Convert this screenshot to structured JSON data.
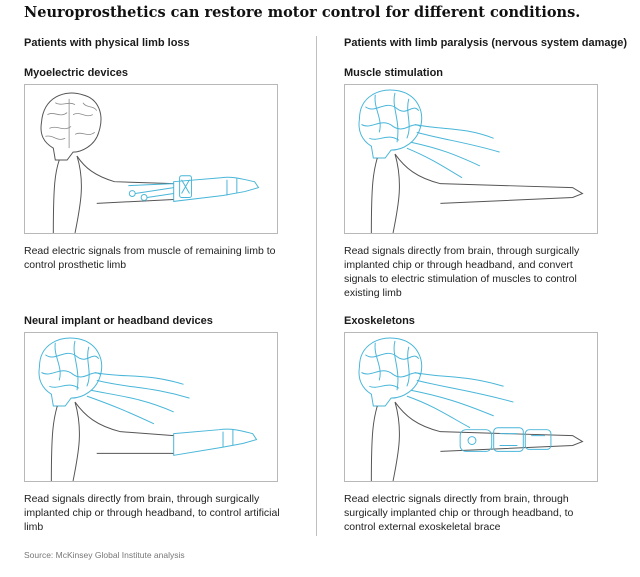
{
  "title": "Neuroprosthetics can restore motor control for different conditions.",
  "columns": [
    {
      "heading": "Patients with physical limb loss",
      "panels": [
        {
          "label": "Myoelectric devices",
          "description": "Read electric signals from muscle of remaining limb to control prosthetic limb"
        },
        {
          "label": "Neural implant or headband devices",
          "description": "Read signals directly from brain, through surgically implanted chip or through headband, to control artificial limb"
        }
      ]
    },
    {
      "heading": "Patients with limb paralysis (nervous system damage)",
      "panels": [
        {
          "label": "Muscle stimulation",
          "description": "Read signals directly from brain, through surgically implanted chip or through headband, and convert signals to electric stimulation of muscles to control existing limb"
        },
        {
          "label": "Exoskeletons",
          "description": "Read electric signals directly from brain, through surgically implanted chip or through headband, to control external exoskeletal brace"
        }
      ]
    }
  ],
  "source": "Source: McKinsey Global Institute analysis",
  "colors": {
    "accent": "#49b6d9",
    "line": "#555555",
    "divider": "#bfbfbf"
  }
}
